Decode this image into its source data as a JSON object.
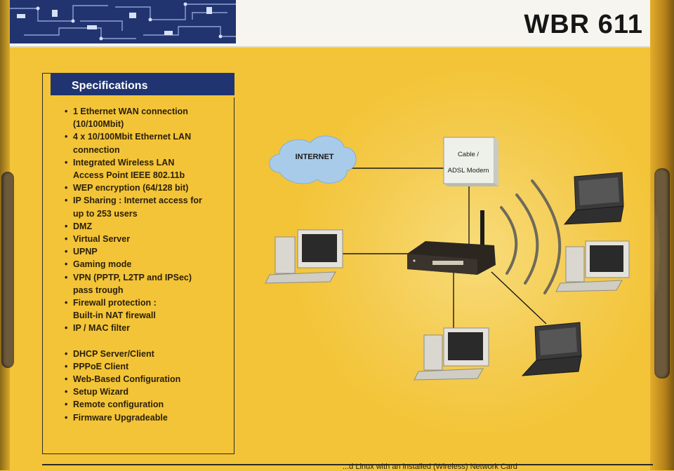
{
  "header": {
    "model": "WBR 611"
  },
  "specifications": {
    "title": "Specifications",
    "items": [
      {
        "bullet": "•",
        "lines": [
          "1 Ethernet WAN connection",
          "(10/100Mbit)"
        ]
      },
      {
        "bullet": "•",
        "lines": [
          "4 x 10/100Mbit Ethernet LAN",
          "connection"
        ]
      },
      {
        "bullet": "•",
        "lines": [
          "Integrated Wireless LAN",
          "Access Point IEEE 802.11b"
        ]
      },
      {
        "bullet": "•",
        "lines": [
          "WEP encryption (64/128 bit)"
        ]
      },
      {
        "bullet": "•",
        "lines": [
          "IP Sharing : Internet access for",
          "up to 253 users"
        ]
      },
      {
        "bullet": "•",
        "lines": [
          "DMZ"
        ]
      },
      {
        "bullet": "•",
        "lines": [
          "Virtual Server"
        ]
      },
      {
        "bullet": "•",
        "lines": [
          "UPNP"
        ]
      },
      {
        "bullet": "•",
        "lines": [
          "Gaming mode"
        ]
      },
      {
        "bullet": "•",
        "lines": [
          "VPN (PPTP, L2TP and IPSec)",
          "pass trough"
        ]
      },
      {
        "bullet": "•",
        "lines": [
          "Firewall protection :",
          "Built-in NAT firewall"
        ]
      },
      {
        "bullet": "•",
        "lines": [
          "IP / MAC filter"
        ]
      }
    ],
    "items_group2": [
      "DHCP Server/Client",
      "PPPoE Client",
      "Web-Based Configuration",
      "Setup Wizard",
      "Remote configuration",
      "Firmware Upgradeable"
    ]
  },
  "diagram": {
    "internet_label": "INTERNET",
    "modem_line1": "Cable /",
    "modem_line2": "ADSL Modem"
  },
  "footer": {
    "partial_text": "...d Linux with an installed (Wireless) Network Card"
  },
  "colors": {
    "box_yellow": "#f3c437",
    "header_navy": "#1f3470",
    "cloud_blue": "#a9cbea"
  }
}
